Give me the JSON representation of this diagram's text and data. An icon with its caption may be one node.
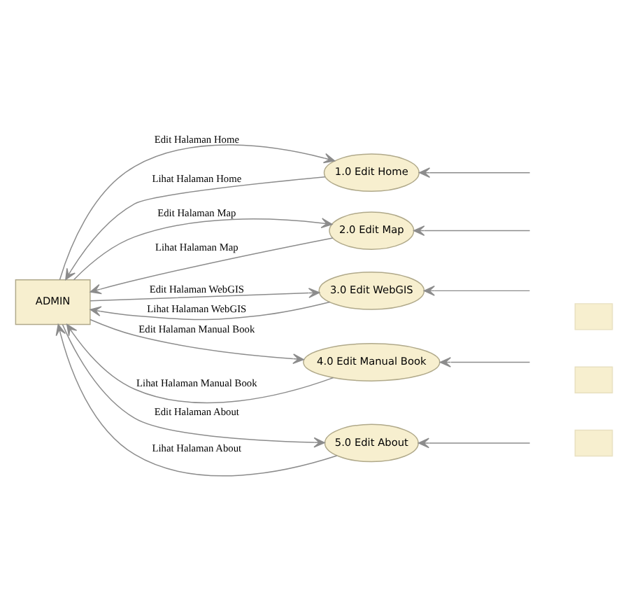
{
  "diagram": {
    "nodes": [
      {
        "text": [
          "ADMIN"
        ]
      },
      {
        "text": [
          "1.0 Edit Home"
        ]
      },
      {
        "text": [
          "2.0 Edit Map"
        ]
      },
      {
        "text": [
          "3.0 Edit WebGIS"
        ]
      },
      {
        "text": [
          "4.0 Edit Manual Book"
        ]
      },
      {
        "text": [
          "5.0 Edit About"
        ]
      },
      {
        "text": [],
        "shape": "box"
      },
      {
        "text": [],
        "shape": "box"
      },
      {
        "text": [],
        "shape": "box"
      }
    ],
    "edges": [
      {
        "from": 0,
        "to": 1,
        "arrow": "to",
        "label": "Edit Halaman Home"
      },
      {
        "from": 1,
        "to": 0,
        "arrow": "to",
        "label": "Lihat Halaman Home"
      },
      {
        "from": 0,
        "to": 2,
        "arrow": "to",
        "label": "Edit Halaman Map"
      },
      {
        "from": 2,
        "to": 0,
        "arrow": "to",
        "label": "Lihat Halaman Map"
      },
      {
        "from": 0,
        "to": 3,
        "arrow": "to",
        "label": "Edit Halaman WebGIS"
      },
      {
        "from": 3,
        "to": 0,
        "arrow": "to",
        "label": "Lihat Halaman WebGIS"
      },
      {
        "from": 4,
        "to": 0,
        "arrow": "to",
        "label": "Lihat Halaman Manual Book"
      },
      {
        "from": 0,
        "to": 4,
        "arrow": "to",
        "label": "Edit Halaman Manual Book"
      },
      {
        "from": 0,
        "to": 5,
        "arrow": "to",
        "label": "Edit Halaman About"
      },
      {
        "from": 5,
        "to": 0,
        "arrow": "to",
        "label": "Lihat Halaman About"
      },
      {
        "from": null,
        "to": 1,
        "arrow": "to"
      },
      {
        "from": null,
        "to": 2,
        "arrow": "to"
      },
      {
        "from": null,
        "to": 3,
        "arrow": "to"
      },
      {
        "from": null,
        "to": 4,
        "arrow": "to"
      },
      {
        "from": null,
        "to": 5,
        "arrow": "to"
      }
    ]
  }
}
